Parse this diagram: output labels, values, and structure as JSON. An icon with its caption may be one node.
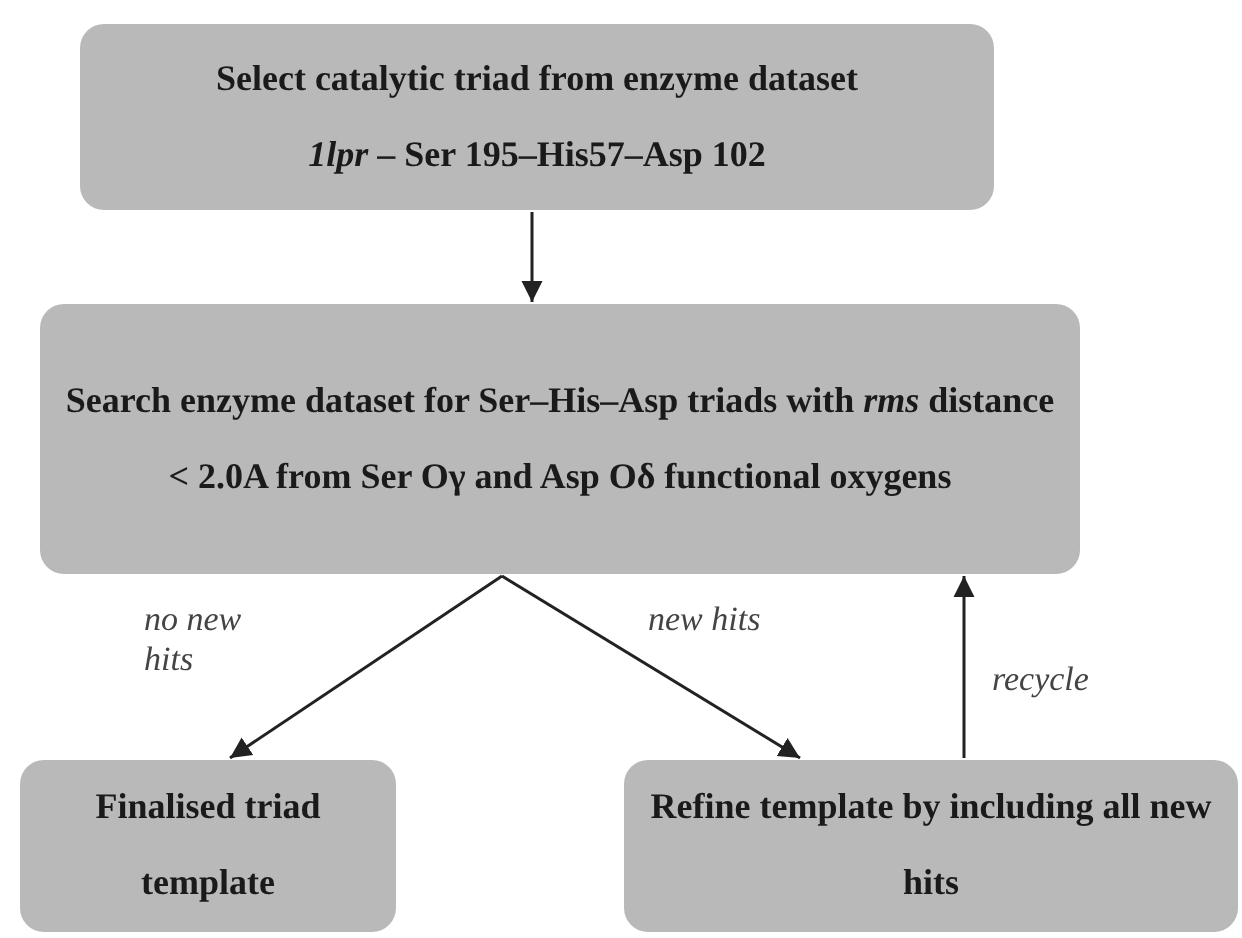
{
  "diagram": {
    "nodes": [
      {
        "text": [
          "Select catalytic triad from enzyme dataset",
          "*1lpr* – Ser 195–His57–Asp 102"
        ]
      },
      {
        "text": [
          "Search enzyme dataset for Ser–His–Asp triads with *rms* distance < 2.0A from Ser Oγ and Asp Oδ functional oxygens"
        ]
      },
      {
        "text": [
          "Finalised triad template"
        ]
      },
      {
        "text": [
          "Refine template by including all new hits"
        ]
      }
    ],
    "edges": [
      {
        "from": 0,
        "to": 1,
        "arrow": "to"
      },
      {
        "from": 1,
        "to": 2,
        "arrow": "to",
        "label": "no new hits"
      },
      {
        "from": 1,
        "to": 3,
        "arrow": "to",
        "label": "new hits"
      },
      {
        "from": 3,
        "to": 1,
        "arrow": "to",
        "label": "recycle"
      }
    ]
  }
}
